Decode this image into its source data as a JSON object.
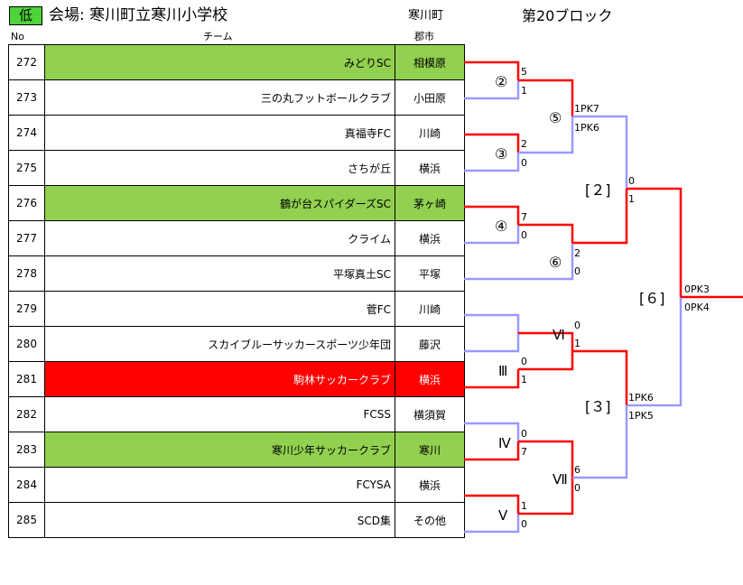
{
  "header": {
    "badge": "低",
    "venue": "会場: 寒川町立寒川小学校",
    "venue_city": "寒川町",
    "block": "第20ブロック",
    "col_no": "No",
    "col_team": "チーム",
    "col_city": "郡市"
  },
  "teams": [
    {
      "no": "272",
      "name": "みどりSC",
      "city": "相模原",
      "highlight": "green"
    },
    {
      "no": "273",
      "name": "三の丸フットボールクラブ",
      "city": "小田原",
      "highlight": ""
    },
    {
      "no": "274",
      "name": "真福寺FC",
      "city": "川崎",
      "highlight": ""
    },
    {
      "no": "275",
      "name": "さちが丘",
      "city": "横浜",
      "highlight": ""
    },
    {
      "no": "276",
      "name": "鶴が台スパイダーズSC",
      "city": "茅ヶ崎",
      "highlight": "green"
    },
    {
      "no": "277",
      "name": "クライム",
      "city": "横浜",
      "highlight": ""
    },
    {
      "no": "278",
      "name": "平塚真土SC",
      "city": "平塚",
      "highlight": ""
    },
    {
      "no": "279",
      "name": "菅FC",
      "city": "川崎",
      "highlight": ""
    },
    {
      "no": "280",
      "name": "スカイブルーサッカースポーツ少年団",
      "city": "藤沢",
      "highlight": ""
    },
    {
      "no": "281",
      "name": "駒林サッカークラブ",
      "city": "横浜",
      "highlight": "red"
    },
    {
      "no": "282",
      "name": "FCSS",
      "city": "横須賀",
      "highlight": ""
    },
    {
      "no": "283",
      "name": "寒川少年サッカークラブ",
      "city": "寒川",
      "highlight": "green"
    },
    {
      "no": "284",
      "name": "FCYSA",
      "city": "横浜",
      "highlight": ""
    },
    {
      "no": "285",
      "name": "SCD集",
      "city": "その他",
      "highlight": ""
    }
  ],
  "bracket": {
    "m2": {
      "label": "②",
      "score_top": "5",
      "score_bot": "1"
    },
    "m3": {
      "label": "③",
      "score_top": "2",
      "score_bot": "0"
    },
    "m4": {
      "label": "④",
      "score_top": "7",
      "score_bot": "0"
    },
    "m5": {
      "label": "⑤",
      "score_top": "1PK7",
      "score_bot": "1PK6"
    },
    "m6": {
      "label": "⑥",
      "score_top": "2",
      "score_bot": "0"
    },
    "b2": {
      "label": "[２]",
      "score_top": "0",
      "score_bot": "1"
    },
    "r3": {
      "label": "Ⅲ",
      "score_top": "0",
      "score_bot": "1"
    },
    "r4": {
      "label": "Ⅳ",
      "score_top": "0",
      "score_bot": "7"
    },
    "r5": {
      "label": "Ⅴ",
      "score_top": "1",
      "score_bot": "0"
    },
    "r6": {
      "label": "Ⅵ",
      "score_top": "0",
      "score_bot": "1"
    },
    "r7": {
      "label": "Ⅶ",
      "score_top": "6",
      "score_bot": "0"
    },
    "b3": {
      "label": "[３]",
      "score_top": "1PK6",
      "score_bot": "1PK5"
    },
    "b6": {
      "label": "[６]",
      "score_top": "0PK3",
      "score_bot": "0PK4"
    }
  },
  "colors": {
    "winner": "#ff0000",
    "loser": "#9999ff",
    "green": "#92d050",
    "badge": "#4fd23a"
  }
}
